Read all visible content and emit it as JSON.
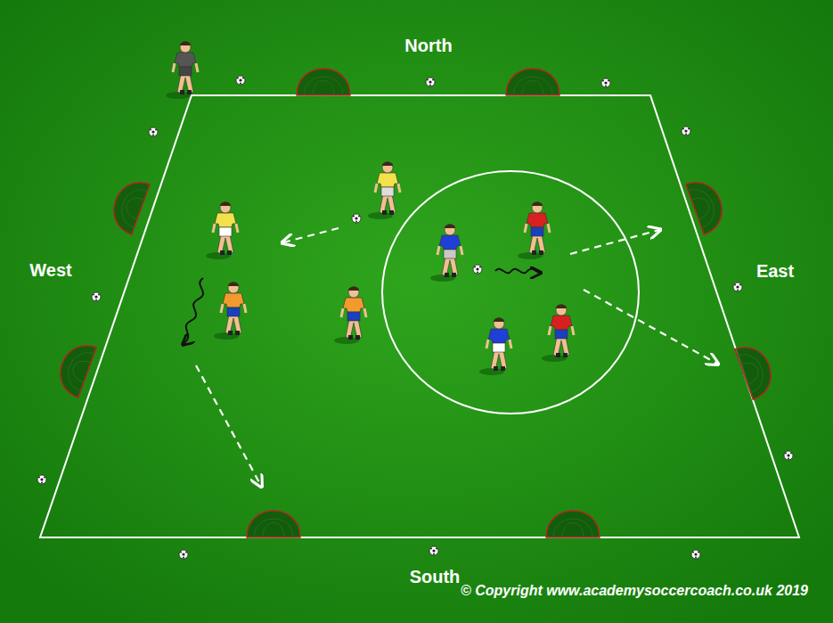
{
  "diagram": {
    "labels": [
      "North",
      "West",
      "East",
      "South",
      "© Copyright www.academysoccercoach.co.uk 2019"
    ]
  }
}
